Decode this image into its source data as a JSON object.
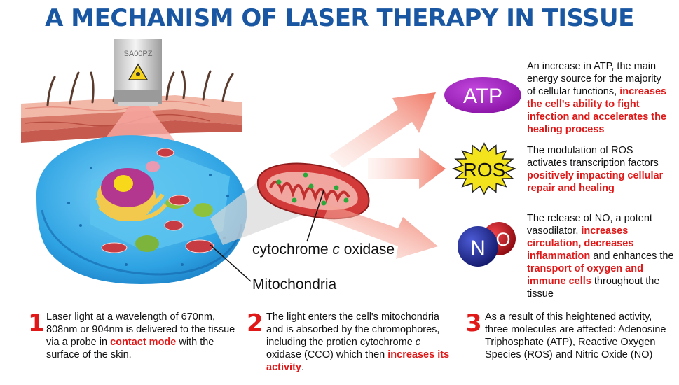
{
  "title": "A MECHANISM OF LASER THERAPY IN TISSUE",
  "probe_text": "SA00PZ",
  "labels": {
    "cco": [
      "cytochrome ",
      "c",
      " oxidase"
    ],
    "mito": "Mitochondria"
  },
  "molecules": {
    "atp": "ATP",
    "ros": "ROS",
    "no_n": "N",
    "no_o": "O"
  },
  "effects": {
    "atp": [
      "An increase in ATP, the main energy source for the majority of cellular functions, ",
      "increases the cell's ability to fight infection and accelerates the healing process"
    ],
    "ros": [
      "The modulation of ROS activates transcription factors ",
      "positively impacting cellular repair and healing"
    ],
    "no": [
      "The release of NO, a potent vasodilator, ",
      "increases circulation, decreases inflammation",
      " and enhances the ",
      "transport of oxygen and immune cells",
      " throughout the tissue"
    ]
  },
  "steps": [
    {
      "num": "1",
      "parts": [
        "Laser light at a wavelength of 670nm, 808nm or 904nm is delivered to the tissue via a probe in ",
        "contact mode",
        " with the surface of the skin."
      ]
    },
    {
      "num": "2",
      "parts": [
        "The light enters the cell's mitochondria and is absorbed by the chromophores, including the protien cytochrome ",
        "c",
        " oxidase (CCO) which then ",
        "increases its activity",
        "."
      ]
    },
    {
      "num": "3",
      "parts": [
        "As a result of this heightened activity, three molecules are affected: Adenosine Triphosphate (ATP), Reactive Oxygen Species (ROS) and Nitric Oxide (NO)"
      ]
    }
  ],
  "colors": {
    "title": "#1a57a3",
    "accent_red": "#e01818",
    "atp_purple": "#9a1bb5",
    "ros_yellow": "#f3e31c",
    "cell_blue": "#2ea3e3",
    "arrow": "#f28a78"
  }
}
